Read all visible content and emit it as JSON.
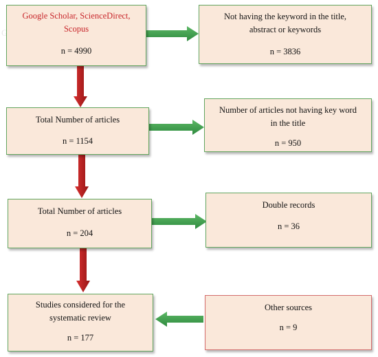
{
  "source": {
    "line1": "Google Scholar, ScienceDirect,",
    "line2": "Scopus",
    "count": "n = 4990"
  },
  "excluded_keyword": {
    "line1": "Not having the keyword in the title,",
    "line2": "abstract or keywords",
    "count": "n = 3836"
  },
  "total_1": {
    "label": "Total Number of articles",
    "count": "n = 1154"
  },
  "excluded_title": {
    "line1": "Number of articles not having key word",
    "line2": "in the title",
    "count": "n = 950"
  },
  "total_2": {
    "label": "Total Number of articles",
    "count": "n = 204"
  },
  "double_records": {
    "label": "Double records",
    "count": "n = 36"
  },
  "included": {
    "line1": "Studies considered for the",
    "line2": "systematic review",
    "count": "n = 177"
  },
  "other_sources": {
    "label": "Other sources",
    "count": "n = 9"
  },
  "colors": {
    "box_fill": "#fae8da",
    "green_border": "#62a55e",
    "red_border": "#d36b6b",
    "green_arrow": "#3f9a4c",
    "red_arrow": "#b42020",
    "red_text": "#c8262b"
  }
}
